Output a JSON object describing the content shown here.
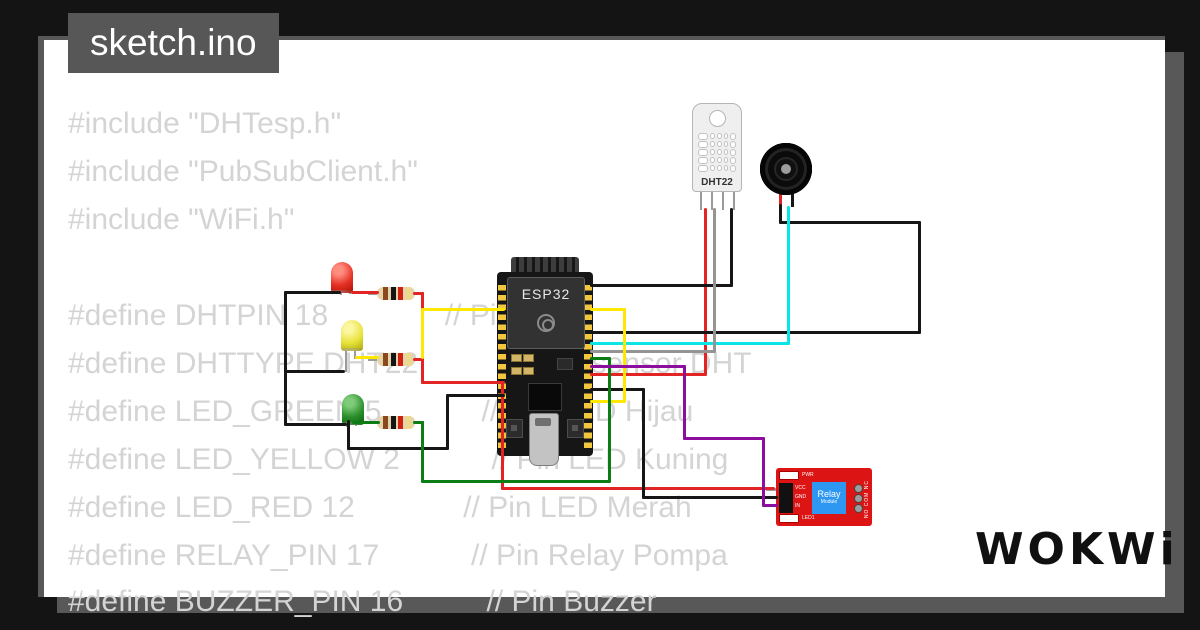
{
  "frame": {
    "tab_title": "sketch.ino"
  },
  "brand": {
    "logo_text": "WOKWi"
  },
  "code": {
    "lines": [
      "#include \"DHTesp.h\"",
      "#include \"PubSubClient.h\"",
      "#include \"WiFi.h\"",
      "#define DHTPIN 18              // Pin DHT",
      "#define DHTTYPE DHT22          // Tipe sensor DHT",
      "#define LED_GREEN 5            // Pin LED Hijau",
      "#define LED_YELLOW 2           // Pin LED Kuning",
      "#define LED_RED 12             // Pin LED Merah",
      "#define RELAY_PIN 17           // Pin Relay Pompa",
      "#define BUZZER_PIN 16          // Pin Buzzer"
    ]
  },
  "components": {
    "esp32": {
      "label": "ESP32"
    },
    "dht22": {
      "label": "DHT22"
    },
    "relay": {
      "title": "Relay",
      "subtitle": "Module",
      "pin_labels": [
        "VCC",
        "GND",
        "IN"
      ],
      "indicator_labels": [
        "PWR",
        "LED1"
      ],
      "terminal_labels": "NO COM NC"
    }
  },
  "colors": {
    "background": "#141414",
    "frame_gray": "#585858",
    "canvas": "#ffffff",
    "code_text": "#d4d4d4",
    "wire_red": "#e32424",
    "wire_black": "#161616",
    "wire_yellow": "#ffe800",
    "wire_cyan": "#09e5e5",
    "wire_green": "#0c7d14",
    "wire_purple": "#8d0d9e",
    "wire_gray": "#949494",
    "relay_board": "#dd1414",
    "relay_blue": "#2e97f2"
  }
}
